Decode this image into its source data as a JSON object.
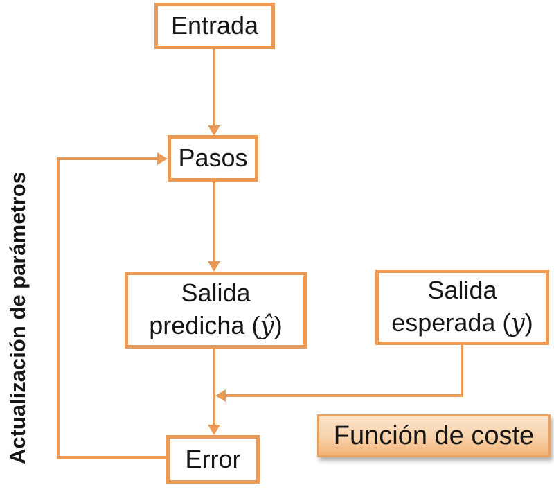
{
  "diagram": {
    "type": "flowchart",
    "language": "es",
    "nodes": {
      "entrada": {
        "label": "Entrada"
      },
      "pasos": {
        "label": "Pasos"
      },
      "salida_predicha": {
        "line1": "Salida",
        "line2_prefix": "predicha (",
        "line2_math": "ŷ",
        "line2_suffix": ")"
      },
      "salida_esperada": {
        "line1": "Salida",
        "line2_prefix": "esperada (",
        "line2_math": "y",
        "line2_suffix": ")"
      },
      "error": {
        "label": "Error"
      },
      "funcion_coste": {
        "label": "Función de coste"
      }
    },
    "side_label": "Actualización de parámetros",
    "edges": [
      "entrada -> pasos",
      "pasos -> salida_predicha",
      "salida_predicha -> error",
      "salida_esperada -> salida_predicha_error_junction",
      "error -> pasos (feedback loop: Actualización de parámetros)"
    ],
    "colors": {
      "line": "#EC9B57",
      "box_fill": "#FFFFFF",
      "text": "#161616",
      "cost_gradient_top": "#FBE4CC",
      "cost_gradient_mid": "#F8D2A9",
      "cost_gradient_bottom": "#F3B277",
      "cost_border": "#E5A365"
    }
  }
}
